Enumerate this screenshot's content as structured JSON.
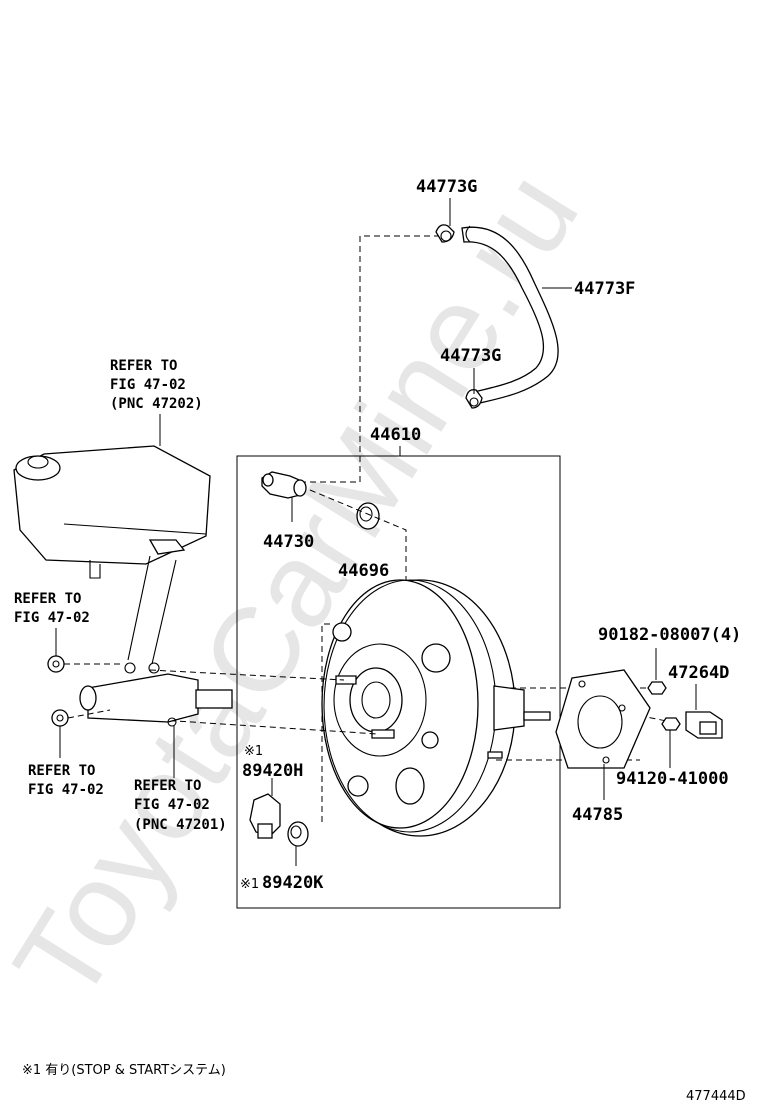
{
  "watermark": "ToyotaCarMine.ru",
  "parts": [
    {
      "id": "p44773g_top",
      "text": "44773G"
    },
    {
      "id": "p44773f",
      "text": "44773F"
    },
    {
      "id": "p44773g_mid",
      "text": "44773G"
    },
    {
      "id": "p44610",
      "text": "44610"
    },
    {
      "id": "p44730",
      "text": "44730"
    },
    {
      "id": "p44696",
      "text": "44696"
    },
    {
      "id": "p90182",
      "text": "90182-08007(4)"
    },
    {
      "id": "p47264d",
      "text": "47264D"
    },
    {
      "id": "p94120",
      "text": "94120-41000"
    },
    {
      "id": "p44785",
      "text": "44785"
    },
    {
      "id": "p89420h",
      "text": "89420H"
    },
    {
      "id": "p89420k",
      "text": "89420K"
    }
  ],
  "refs": {
    "ref_reservoir": [
      "REFER TO",
      "FIG 47-02",
      "(PNC 47202)"
    ],
    "ref_left_top": [
      "REFER TO",
      "FIG 47-02"
    ],
    "ref_left_bottom": [
      "REFER TO",
      "FIG 47-02"
    ],
    "ref_master_cyl": [
      "REFER TO",
      "FIG 47-02",
      "(PNC 47201)"
    ]
  },
  "marks": {
    "mark_89420h": "※1",
    "mark_89420k": "※1"
  },
  "footnote": "※1 有り(STOP & STARTシステム)",
  "figure_code": "477444D"
}
